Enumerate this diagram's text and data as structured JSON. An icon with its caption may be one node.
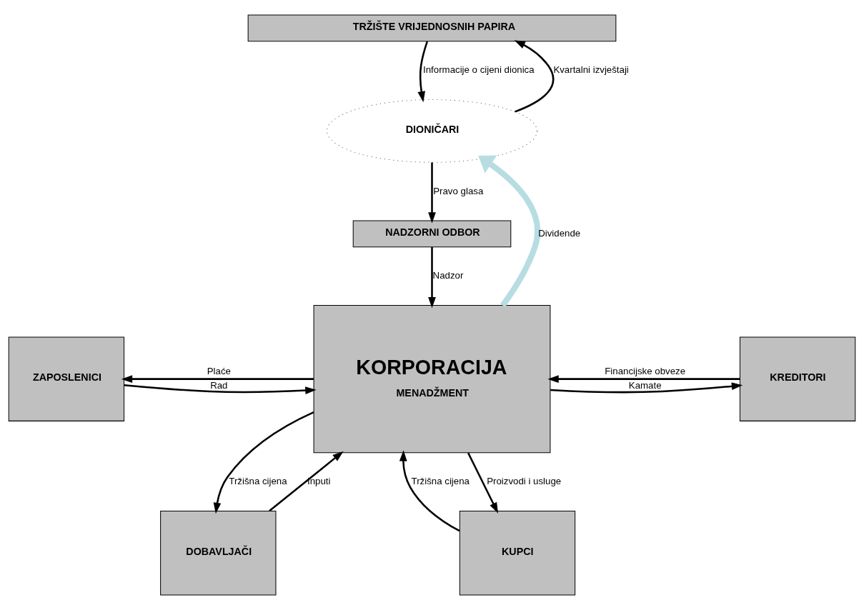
{
  "diagram": {
    "nodes": [
      {
        "text": [
          "TRŽIŠTE VRIJEDNOSNIH PAPIRA"
        ]
      },
      {
        "text": [
          "DIONIČARI"
        ]
      },
      {
        "text": [
          "NADZORNI ODBOR"
        ]
      },
      {
        "text": [
          "KORPORACIJA",
          "MENADŽMENT"
        ]
      },
      {
        "text": [
          "ZAPOSLENICI"
        ]
      },
      {
        "text": [
          "KREDITORI"
        ]
      },
      {
        "text": [
          "DOBAVLJAČI"
        ]
      },
      {
        "text": [
          "KUPCI"
        ]
      }
    ],
    "edges": [
      {
        "from": 1,
        "to": 0,
        "arrow": "to",
        "label": "Kvartalni izvještaji"
      },
      {
        "from": 0,
        "to": 1,
        "arrow": "to",
        "label": "Informacije o cijeni dionica"
      },
      {
        "from": 1,
        "to": 2,
        "arrow": "to",
        "label": "Pravo glasa"
      },
      {
        "from": 2,
        "to": 3,
        "arrow": "to",
        "label": "Nadzor"
      },
      {
        "from": 3,
        "to": 1,
        "arrow": "to",
        "label": "Dividende",
        "style": "thick",
        "color": "#b7dde3"
      },
      {
        "from": 3,
        "to": 4,
        "arrow": "to",
        "label": "Plaće"
      },
      {
        "from": 4,
        "to": 3,
        "arrow": "to",
        "label": "Rad"
      },
      {
        "from": 5,
        "to": 3,
        "arrow": "to",
        "label": "Financijske obveze"
      },
      {
        "from": 3,
        "to": 5,
        "arrow": "to",
        "label": "Kamate"
      },
      {
        "from": 6,
        "to": 3,
        "arrow": "to",
        "label": "Inputi"
      },
      {
        "from": 3,
        "to": 6,
        "arrow": "to",
        "label": "Tržišna cijena"
      },
      {
        "from": 3,
        "to": 7,
        "arrow": "to",
        "label": "Proizvodi i usluge"
      },
      {
        "from": 7,
        "to": 3,
        "arrow": "to",
        "label": "Tržišna cijena"
      }
    ]
  }
}
